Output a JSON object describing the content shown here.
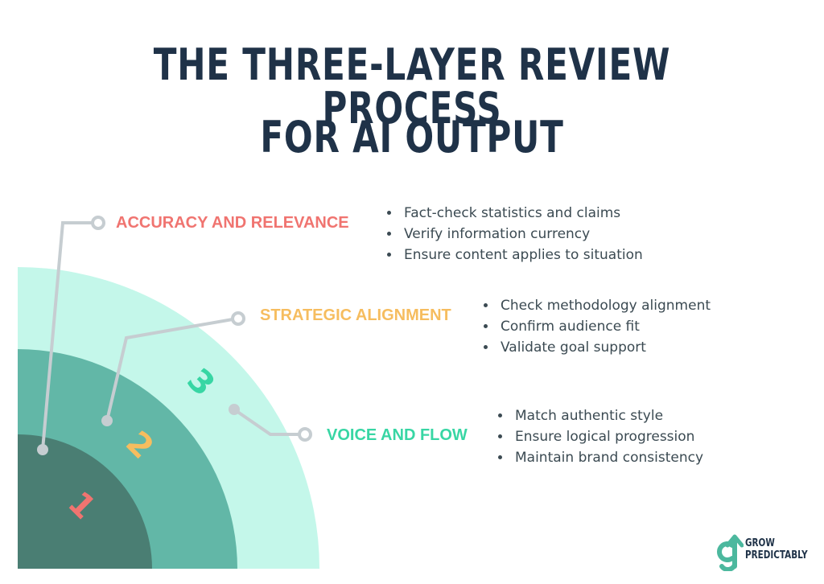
{
  "title_line1": "THE THREE-LAYER REVIEW PROCESS",
  "title_line2": "FOR AI OUTPUT",
  "colors": {
    "title": "#1f3248",
    "ring_inner": "#4a7e73",
    "ring_middle": "#62b7a7",
    "ring_outer": "#c4f7ea",
    "accuracy": "#f07470",
    "strategic": "#f6bd5f",
    "voice": "#38d6a4",
    "connector": "#c6cdd1"
  },
  "layers": [
    {
      "number": "1",
      "heading": "ACCURACY AND RELEVANCE",
      "bullets": [
        "Fact-check statistics and claims",
        "Verify information currency",
        "Ensure content applies to situation"
      ]
    },
    {
      "number": "2",
      "heading": "STRATEGIC ALIGNMENT",
      "bullets": [
        "Check methodology alignment",
        "Confirm audience fit",
        "Validate goal support"
      ]
    },
    {
      "number": "3",
      "heading": "VOICE AND FLOW",
      "bullets": [
        "Match authentic style",
        "Ensure logical progression",
        "Maintain brand consistency"
      ]
    }
  ],
  "logo": {
    "icon": "grow-g-arrow-icon",
    "line1": "GROW",
    "line2": "PREDICTABLY"
  }
}
